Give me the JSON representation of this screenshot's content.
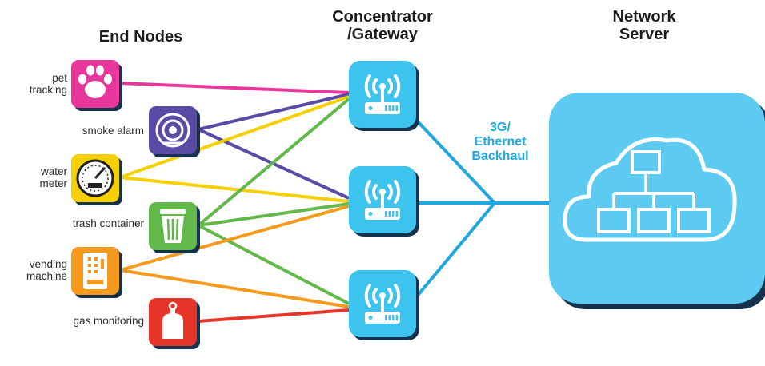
{
  "columns": {
    "end_nodes": "End Nodes",
    "gateway": "Concentrator\n/Gateway",
    "server": "Network\nServer"
  },
  "backhaul_label": "3G/\nEthernet\nBackhaul",
  "colors": {
    "link_blue": "#1ea7e0",
    "gateway_fill": "#3cc3ee",
    "cloud_panel": "#5dcbf1",
    "shadow": "#17324f"
  },
  "end_nodes": [
    {
      "label": "pet\ntracking",
      "icon": "paw-icon",
      "color": "#e8369c"
    },
    {
      "label": "smoke alarm",
      "icon": "smoke-alarm-icon",
      "color": "#5a4aa6"
    },
    {
      "label": "water\nmeter",
      "icon": "water-meter-icon",
      "color": "#f5d000"
    },
    {
      "label": "trash container",
      "icon": "trash-container-icon",
      "color": "#62b94a"
    },
    {
      "label": "vending\nmachine",
      "icon": "vending-machine-icon",
      "color": "#f59a1d"
    },
    {
      "label": "gas monitoring",
      "icon": "gas-cylinder-icon",
      "color": "#e8352a"
    }
  ],
  "gateways": [
    {
      "icon": "gateway-antenna-icon"
    },
    {
      "icon": "gateway-antenna-icon"
    },
    {
      "icon": "gateway-antenna-icon"
    }
  ],
  "server": {
    "icon": "cloud-network-icon"
  }
}
